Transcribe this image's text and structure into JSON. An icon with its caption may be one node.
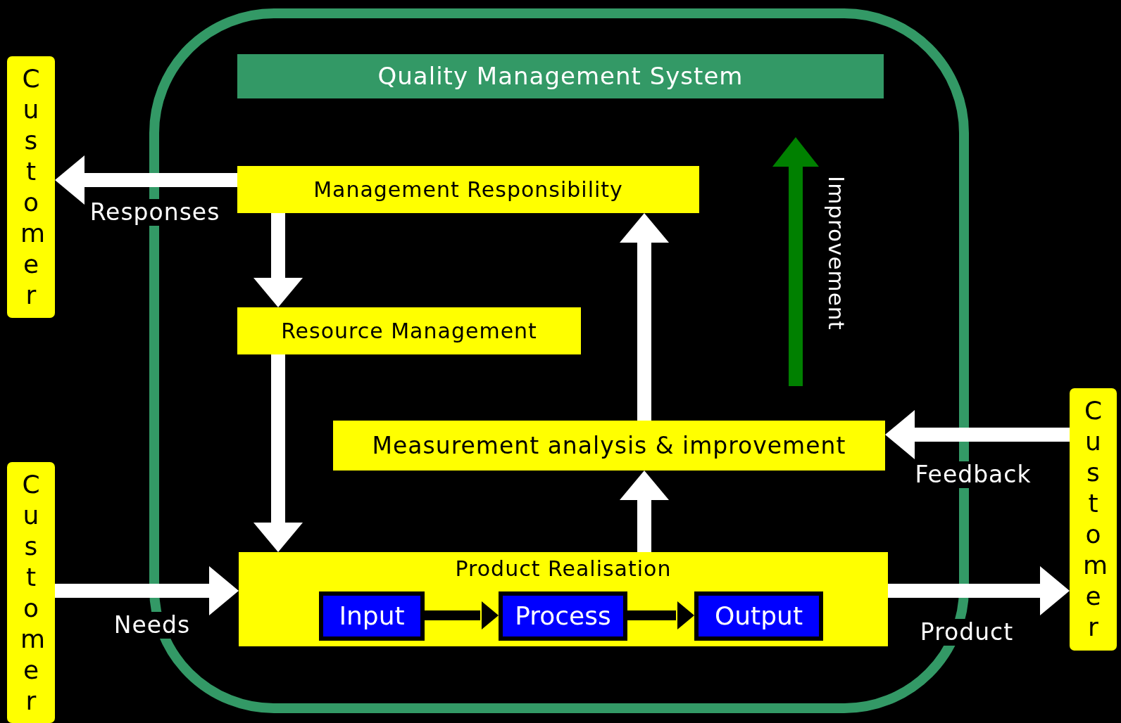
{
  "diagram": {
    "nodes": [
      {
        "text": [
          "Quality Management System"
        ]
      },
      {
        "text": [
          "Management Responsibility"
        ],
        "in": 0
      },
      {
        "text": [
          "Resource Management"
        ],
        "in": 0
      },
      {
        "text": [
          "Measurement analysis & improvement"
        ],
        "in": 0
      },
      {
        "text": [
          "Product Realisation"
        ],
        "in": 0
      },
      {
        "text": [
          "Input"
        ],
        "in": 4
      },
      {
        "text": [
          "Process"
        ],
        "in": 4
      },
      {
        "text": [
          "Output"
        ],
        "in": 4
      },
      {
        "text": [
          "Customer"
        ]
      },
      {
        "text": [
          "Customer"
        ]
      },
      {
        "text": [
          "Customer"
        ]
      }
    ],
    "edges": [
      {
        "from": 1,
        "to": 8,
        "arrow": "to",
        "label": "Responses"
      },
      {
        "from": 1,
        "to": 2,
        "arrow": "to"
      },
      {
        "from": 2,
        "to": 4,
        "arrow": "to"
      },
      {
        "from": 4,
        "to": 3,
        "arrow": "to"
      },
      {
        "from": 3,
        "to": 1,
        "arrow": "to"
      },
      {
        "from": 10,
        "to": 3,
        "arrow": "to",
        "label": "Feedback"
      },
      {
        "from": 9,
        "to": 4,
        "arrow": "to",
        "label": "Needs"
      },
      {
        "from": 4,
        "to": 10,
        "arrow": "to",
        "label": "Product"
      },
      {
        "from": 5,
        "to": 6,
        "arrow": "to",
        "color": "#000000"
      },
      {
        "from": 6,
        "to": 7,
        "arrow": "to",
        "color": "#000000"
      }
    ],
    "labels": [
      "Improvement"
    ]
  }
}
